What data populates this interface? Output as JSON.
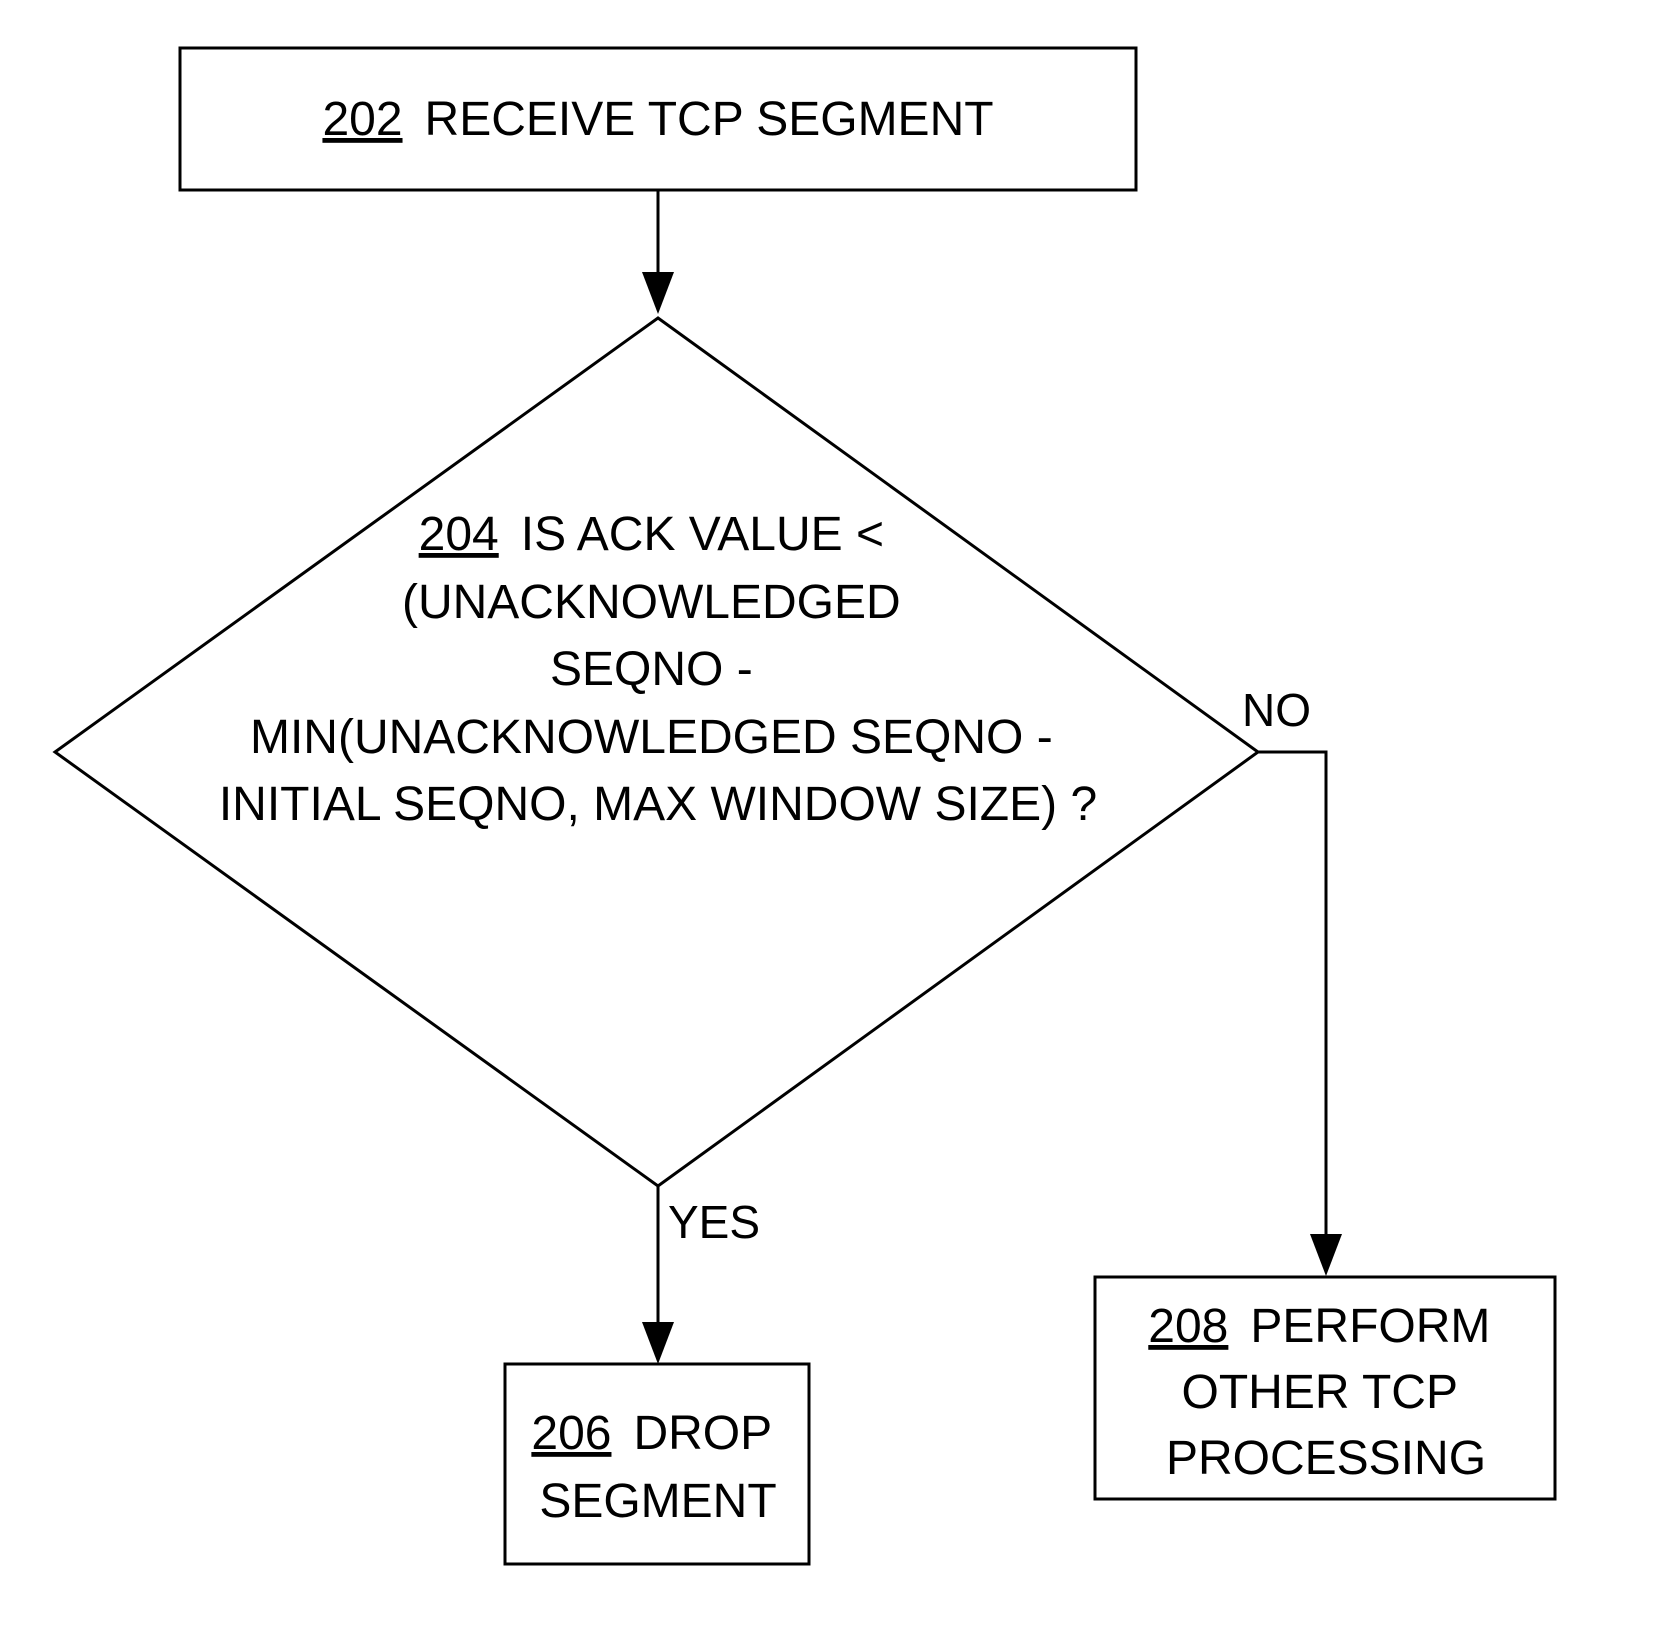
{
  "nodes": {
    "n202": {
      "ref": "202",
      "lines": [
        "RECEIVE TCP SEGMENT"
      ]
    },
    "n204": {
      "ref": "204",
      "lines": [
        "IS ACK VALUE <",
        "(UNACKNOWLEDGED",
        "SEQNO -",
        "MIN(UNACKNOWLEDGED SEQNO -",
        "INITIAL SEQNO, MAX WINDOW SIZE) ?"
      ]
    },
    "n206": {
      "ref": "206",
      "lines": [
        "DROP",
        "SEGMENT"
      ]
    },
    "n208": {
      "ref": "208",
      "lines": [
        "PERFORM",
        "OTHER TCP",
        "PROCESSING"
      ]
    }
  },
  "edges": {
    "yes_label": "YES",
    "no_label": "NO"
  }
}
